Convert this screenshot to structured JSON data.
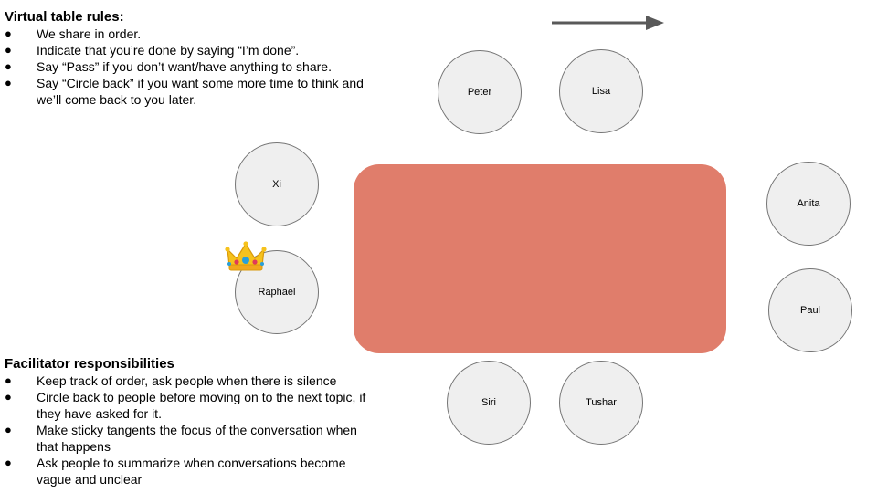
{
  "rules": {
    "title": "Virtual table rules:",
    "bullet_glyph": "●",
    "items": [
      "We share in order.",
      "Indicate that you’re done by saying “I’m done”.",
      "Say “Pass” if you don’t want/have anything to share.",
      "Say “Circle back” if you want some more time to think and we’ll come back to you later."
    ]
  },
  "facilitator": {
    "title": "Facilitator responsibilities",
    "bullet_glyph": "●",
    "items": [
      "Keep track of order, ask people when there is silence",
      "Circle back to people before moving on to the next topic, if they have asked for it.",
      "Make sticky tangents the focus of the conversation when that happens",
      "Ask people to summarize when conversations become vague and unclear"
    ]
  },
  "seats": {
    "peter": "Peter",
    "lisa": "Lisa",
    "xi": "Xi",
    "raphael": "Raphael",
    "anita": "Anita",
    "paul": "Paul",
    "siri": "Siri",
    "tushar": "Tushar"
  },
  "icons": {
    "order_arrow": "arrow-right-icon",
    "facilitator_marker": "crown-icon"
  },
  "colors": {
    "table": "#e07d6b",
    "seat_fill": "#efefef",
    "seat_border": "#757575",
    "arrow": "#595959"
  }
}
